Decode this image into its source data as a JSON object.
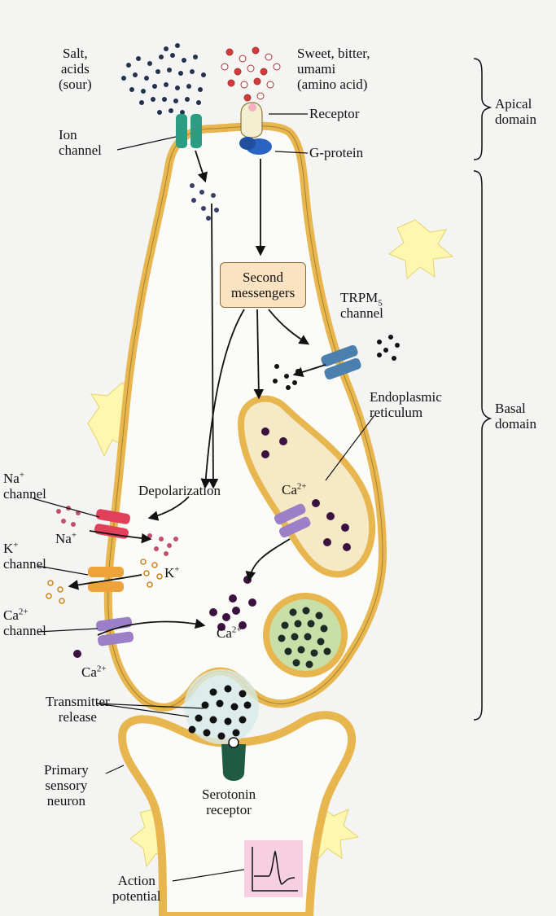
{
  "labels": {
    "salt_acids": "Salt,\nacids\n(sour)",
    "sweet": "Sweet, bitter,\numami\n(amino acid)",
    "receptor": "Receptor",
    "g_protein": "G-protein",
    "ion_channel": "Ion\nchannel",
    "apical": "Apical\ndomain",
    "basal": "Basal\ndomain",
    "second_messengers": "Second\nmessengers",
    "trpm_main": "TRPM",
    "trpm_sub": "5",
    "trpm_channel": "channel",
    "er": "Endoplasmic\nreticulum",
    "depolarization": "Depolarization",
    "ca_er": "Ca",
    "na": "Na",
    "na_channel": "channel",
    "na_inner": "Na",
    "k": "K",
    "k_channel": "channel",
    "k_inner": "K",
    "ca": "Ca",
    "ca_channel": "channel",
    "ca_in": "Ca",
    "ca_out": "Ca",
    "charge_2plus": "2+",
    "charge_plus": "+",
    "transmitter": "Transmitter\nrelease",
    "primary": "Primary\nsensory\nneuron",
    "serotonin": "Serotonin\nreceptor",
    "action": "Action\npotential"
  },
  "colors": {
    "membrane": "#e8b64e",
    "membrane_edge": "#a7812c",
    "cytoplasm": "#fbfbf8",
    "ion_channel": "#2c9d83",
    "receptor": "#f5efd2",
    "g_protein": "#2a63c2",
    "trpm": "#4b7fae",
    "na_channel": "#e0405a",
    "k_channel": "#eea23a",
    "ca_channel": "#9b7fc7",
    "calcium": "#3b1140",
    "serotonin_receptor": "#1f5a45",
    "action_potential_bg": "#f6cfe0",
    "glow": "#fff2a0"
  }
}
